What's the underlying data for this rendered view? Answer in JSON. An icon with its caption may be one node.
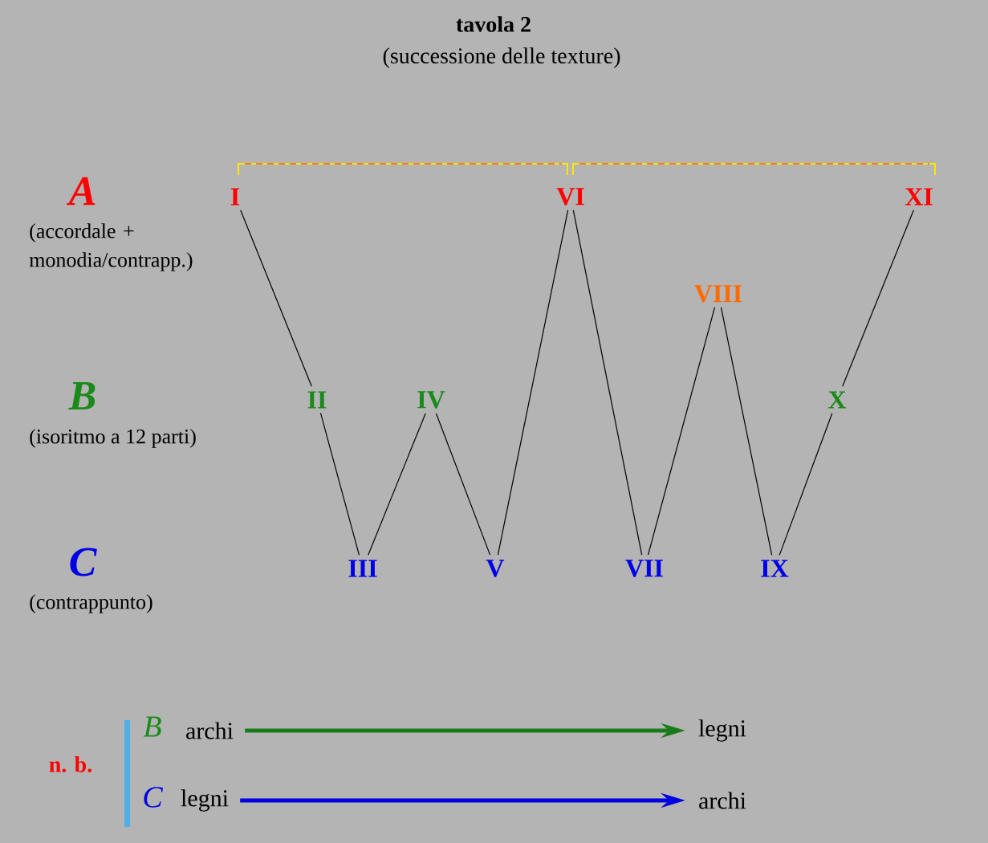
{
  "diagram": {
    "title": "tavola 2",
    "nodes": [
      {
        "text": [
          "I"
        ]
      },
      {
        "text": [
          "II"
        ]
      },
      {
        "text": [
          "III"
        ]
      },
      {
        "text": [
          "IV"
        ]
      },
      {
        "text": [
          "V"
        ]
      },
      {
        "text": [
          "VI"
        ]
      },
      {
        "text": [
          "VII"
        ]
      },
      {
        "text": [
          "VIII"
        ]
      },
      {
        "text": [
          "IX"
        ]
      },
      {
        "text": [
          "X"
        ]
      },
      {
        "text": [
          "XI"
        ]
      },
      {
        "text": [
          "archi"
        ]
      },
      {
        "text": [
          "legni"
        ]
      },
      {
        "text": [
          "legni"
        ]
      },
      {
        "text": [
          "archi"
        ]
      }
    ],
    "edges": [
      {
        "from": 0,
        "to": 1,
        "arrow": "none"
      },
      {
        "from": 1,
        "to": 2,
        "arrow": "none"
      },
      {
        "from": 2,
        "to": 3,
        "arrow": "none"
      },
      {
        "from": 3,
        "to": 4,
        "arrow": "none"
      },
      {
        "from": 4,
        "to": 5,
        "arrow": "none"
      },
      {
        "from": 5,
        "to": 6,
        "arrow": "none"
      },
      {
        "from": 6,
        "to": 7,
        "arrow": "none"
      },
      {
        "from": 7,
        "to": 8,
        "arrow": "none"
      },
      {
        "from": 8,
        "to": 9,
        "arrow": "none"
      },
      {
        "from": 9,
        "to": 10,
        "arrow": "none"
      },
      {
        "from": 11,
        "to": 12,
        "arrow": "to",
        "style": "thick",
        "color": "#1a7a1a"
      },
      {
        "from": 13,
        "to": 14,
        "arrow": "to",
        "style": "thick",
        "color": "#0000e0"
      }
    ],
    "labels": [
      "(successione delle texture)",
      "A",
      "(accordale + monodia/contrapp.)",
      "B",
      "(isoritmo a 12 parti)",
      "C",
      "(contrappunto)",
      "n. b.",
      "B",
      "C"
    ]
  }
}
